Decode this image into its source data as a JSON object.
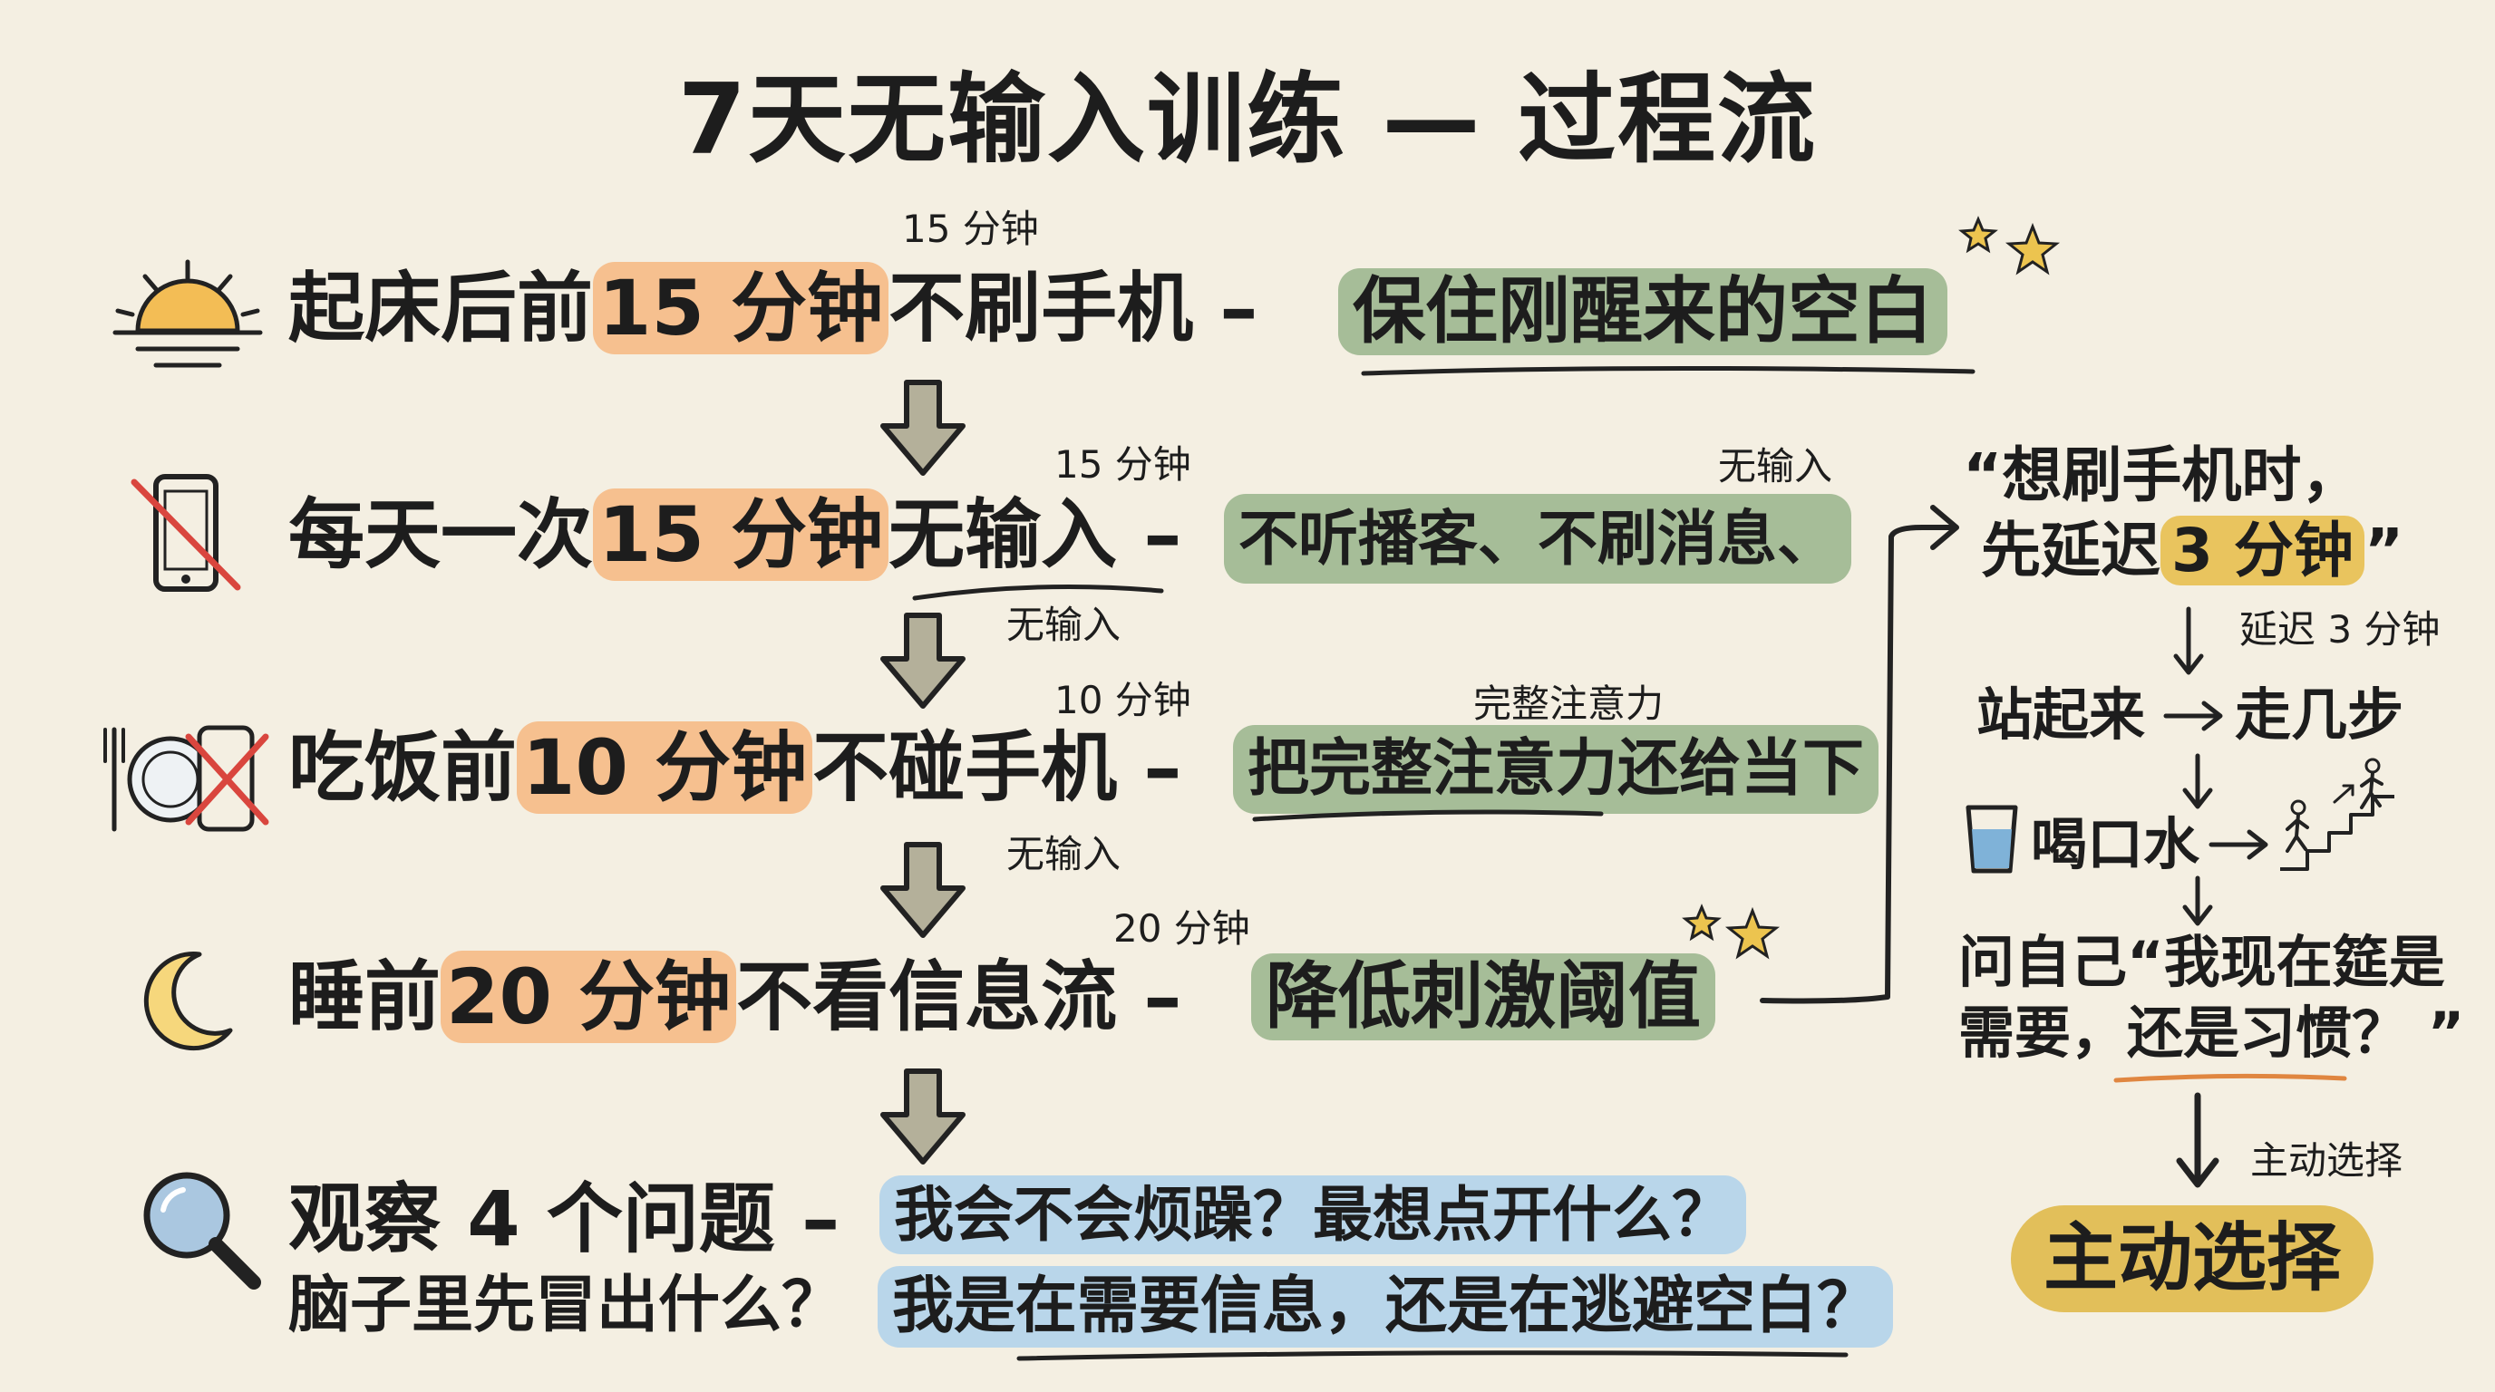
{
  "title": "7天无输入训练 — 过程流",
  "rows": [
    {
      "note": "15 分钟",
      "pre": "起床后前",
      "highlight": "15 分钟",
      "post": "不刷手机 –",
      "detail": "保住刚醒来的空白"
    },
    {
      "note": "15 分钟",
      "note2": "无输入",
      "pre": "每天一次",
      "highlight": "15 分钟",
      "post": "无输入 –",
      "detail": "不听播客、不刷消息、"
    },
    {
      "note": "10 分钟",
      "note2": "完整注意力",
      "pre": "吃饭前",
      "highlight": "10 分钟",
      "post": "不碰手机 –",
      "detail": "把完整注意力还给当下"
    },
    {
      "note": "20 分钟",
      "pre": "睡前",
      "highlight": "20 分钟",
      "post": "不看信息流 –",
      "detail": "降低刺激阈值"
    }
  ],
  "arrow_notes": [
    "无输入",
    "无输入"
  ],
  "observe": {
    "label": "观察 4 个问题 –",
    "label2": "脑子里先冒出什么？",
    "q1": "我会不会烦躁？最想点开什么？",
    "q2": "我是在需要信息，还是在逃避空白？"
  },
  "sidebar": {
    "quote_line1": "“想刷手机时，",
    "quote_line2_pre": "先延迟",
    "quote_line2_hl": "3 分钟",
    "quote_line2_post": "”",
    "delay_note": "延迟 3 分钟",
    "step1a": "站起来",
    "step1b": "走几步",
    "step2": "喝口水",
    "ask_line1": "问自己“我现在筵是",
    "ask_line2": "需要，还是习惯？ ”",
    "choice_note": "主动选择",
    "choice": "主动选择"
  },
  "colors": {
    "orange": "#f6c08f",
    "green": "#a6bd98",
    "blue": "#b9d6ea",
    "yellow": "#e9c45e",
    "background": "#f4efe2"
  },
  "icons": [
    "sun-icon",
    "phone-off-icon",
    "plate-phone-off-icon",
    "moon-icon",
    "magnifier-icon",
    "water-glass-icon",
    "walking-stairs-icon",
    "star-icon"
  ]
}
